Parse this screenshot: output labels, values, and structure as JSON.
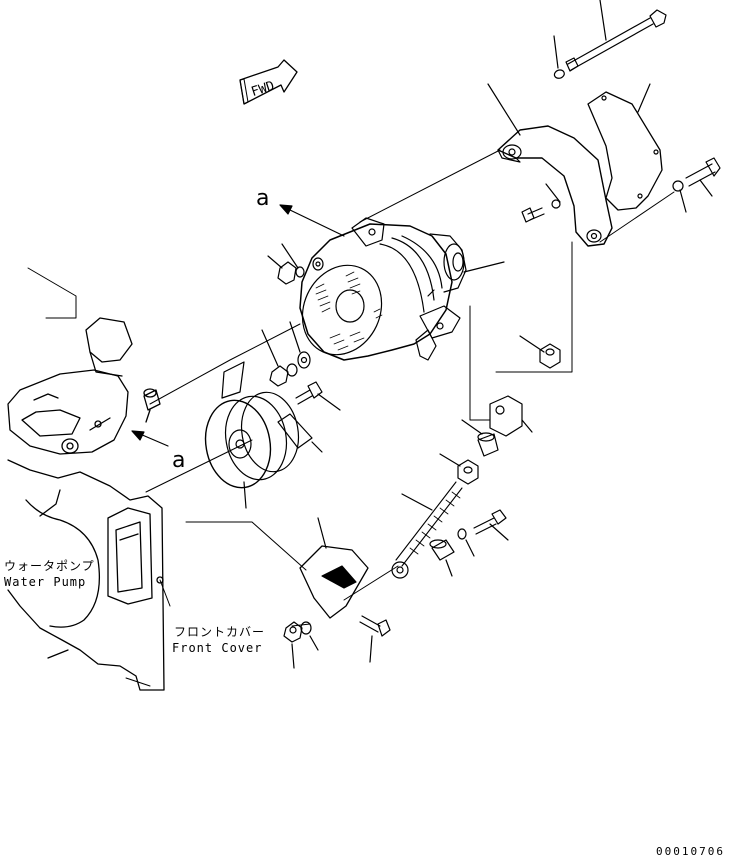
{
  "direction_marker": "FWD",
  "view_ref_upper": "a",
  "view_ref_lower": "a",
  "labels": {
    "water_pump_jp": "ウォータポンプ",
    "water_pump_en": "Water Pump",
    "front_cover_jp": "フロントカバー",
    "front_cover_en": "Front Cover"
  },
  "drawing_number": "00010706"
}
